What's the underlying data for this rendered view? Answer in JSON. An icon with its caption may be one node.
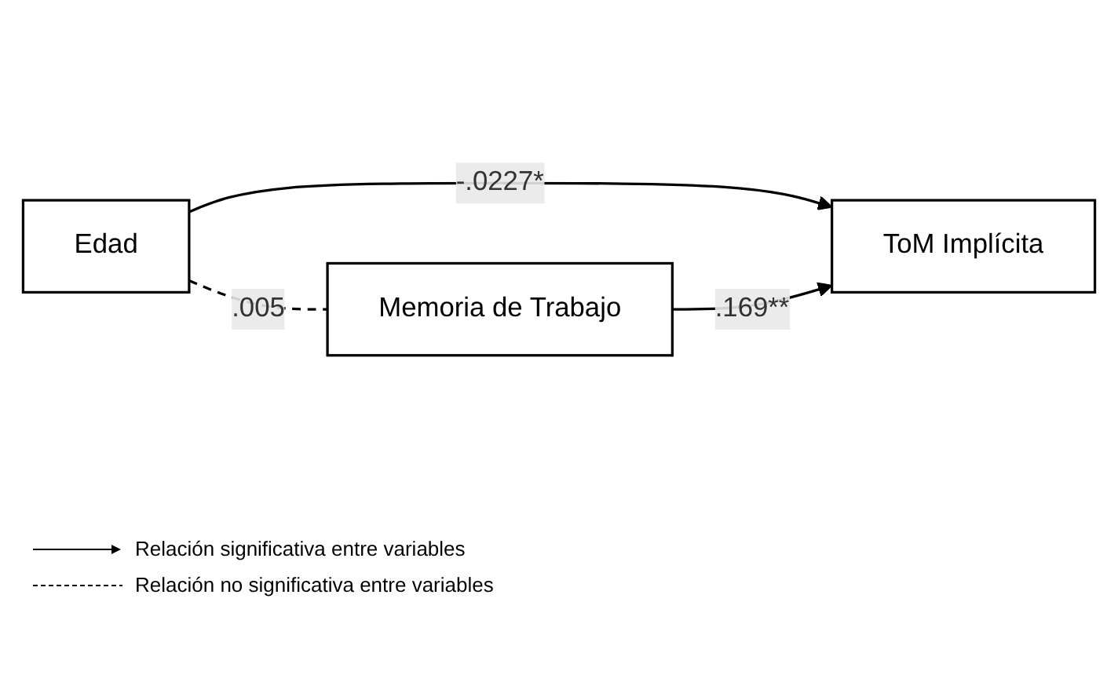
{
  "diagram": {
    "nodes": [
      {
        "text": [
          "Edad"
        ]
      },
      {
        "text": [
          "Memoria de Trabajo"
        ]
      },
      {
        "text": [
          "ToM Implícita"
        ]
      }
    ],
    "edges": [
      {
        "from": 0,
        "to": 2,
        "arrow": "to",
        "label": "-.0227*"
      },
      {
        "from": 1,
        "to": 2,
        "arrow": "to",
        "label": ".169**"
      },
      {
        "from": 0,
        "to": 1,
        "arrow": "none",
        "label": ".005",
        "style": "dashed"
      }
    ],
    "legend": [
      {
        "text": "Relación significativa entre variables"
      },
      {
        "text": "Relación no significativa entre variables"
      }
    ]
  }
}
